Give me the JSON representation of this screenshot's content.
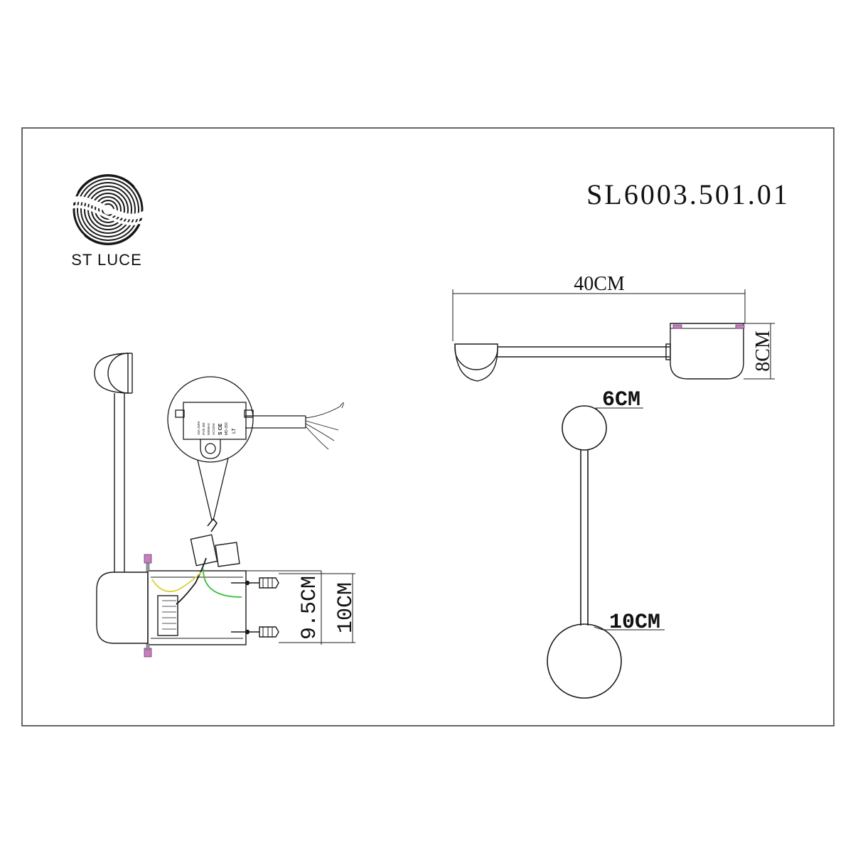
{
  "brand": {
    "name": "ST LUCE",
    "logo_icon": "spiral-s-logo-icon"
  },
  "model_number": "SL6003.501.01",
  "top_view": {
    "width_label": "40CM",
    "height_label": "8CM"
  },
  "front_view": {
    "small_sphere_label": "6CM",
    "large_sphere_label": "10CM"
  },
  "mounting": {
    "inner_height_label": "9.5CM",
    "outer_height_label": "10CM",
    "driver_label_lines": [
      "LT",
      "MD-393",
      "S CE",
      "AC220V",
      "50/60Hz",
      "IP20 3W",
      "10A 250V"
    ]
  },
  "colors": {
    "line": "#1a1a1a",
    "wire_yellow": "#d8d23a",
    "wire_green": "#3bbf3b",
    "screw_pink": "#c77fc0"
  }
}
